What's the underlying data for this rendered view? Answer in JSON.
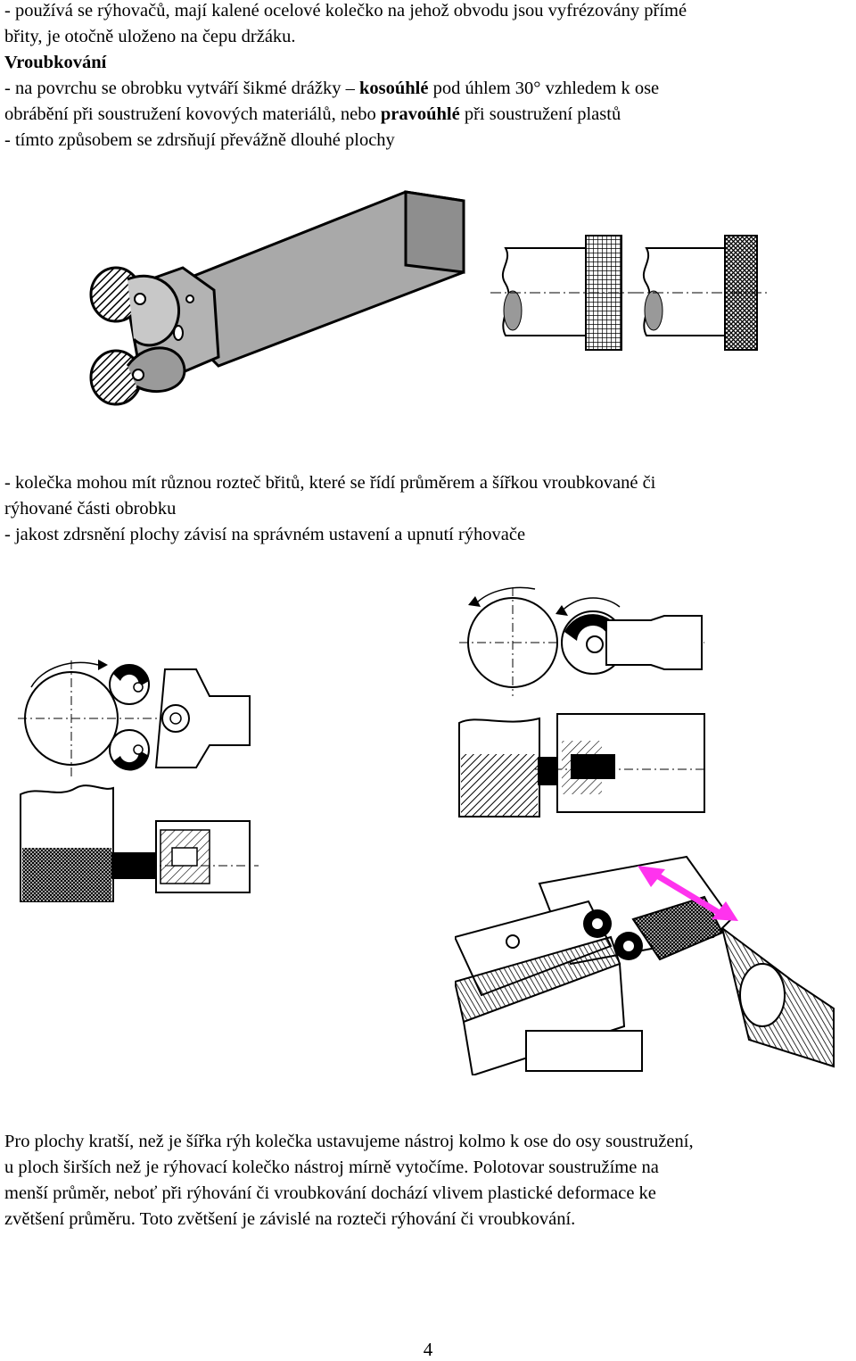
{
  "intro": {
    "line1": "- používá se rýhovačů, mají kalené ocelové kolečko na jehož obvodu jsou vyfrézovány přímé",
    "line2": "břity, je otočně uloženo na čepu držáku."
  },
  "section": {
    "heading": "Vroubkování",
    "l1_pre": "- na povrchu se obrobku vytváří šikmé drážky – ",
    "l1_bold": "kosoúhlé",
    "l1_post": " pod úhlem 30° vzhledem k ose",
    "l2_pre": "obrábění při soustružení kovových materiálů, nebo ",
    "l2_bold": "pravoúhlé",
    "l2_post": " při soustružení plastů",
    "l3": "- tímto způsobem se zdrsňují převážně dlouhé plochy"
  },
  "middle": {
    "line1": "-  kolečka mohou mít různou rozteč břitů, které se řídí průměrem a šířkou vroubkované či",
    "line2": "rýhované části obrobku",
    "line3": "- jakost zdrsnění plochy závisí na správném ustavení a upnutí rýhovače"
  },
  "closing": {
    "line1": "Pro plochy kratší, než je šířka rýh kolečka ustavujeme nástroj kolmo k ose do osy soustružení,",
    "line2": "u ploch širších než je rýhovací kolečko nástroj mírně vytočíme. Polotovar soustružíme na",
    "line3": "menší průměr, neboť při rýhování či vroubkování dochází vlivem plastické deformace ke",
    "line4": "zvětšení průměru. Toto zvětšení je závislé na rozteči rýhování či vroubkování."
  },
  "page": {
    "number": "4"
  },
  "colors": {
    "arrow": "#ff33ee",
    "tool_gray": "#a8a8a8",
    "ink": "#000000"
  }
}
